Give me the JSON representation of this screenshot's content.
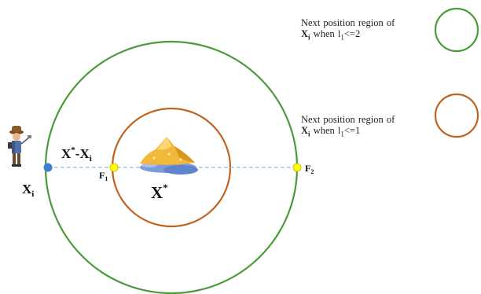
{
  "colors": {
    "outer_circle": "#4a9a3a",
    "inner_circle": "#c0621c",
    "dashed_line": "#9ec9e4",
    "xi_point": "#3a7fd0",
    "focus_point": "#ffff00",
    "focus_stroke": "#c8b400",
    "gold": "#f3b73a",
    "water": "#7b9cdc"
  },
  "icons": {
    "explorer": "explorer-figure-icon",
    "treasure": "gold-pile-icon"
  },
  "labels": {
    "x_i_base": "X",
    "x_i_sub": "i",
    "x_star_base": "X",
    "x_star_sup": "*",
    "distance": {
      "a_base": "X",
      "a_sup": "*",
      "minus": "-",
      "b_base": "X",
      "b_sub": "i"
    },
    "f1_base": "F",
    "f1_sub": "1",
    "f2_base": "F",
    "f2_sub": "2"
  },
  "legend": [
    {
      "line1": "Next position region of",
      "var_base": "X",
      "var_sub": "i",
      "when": " when l",
      "l_sub": "1",
      "cond": "<=2",
      "circle_color": "#4a9a3a"
    },
    {
      "line1": "Next position region of",
      "var_base": "X",
      "var_sub": "i",
      "when": " when l",
      "l_sub": "1",
      "cond": "<=1",
      "circle_color": "#c0621c"
    }
  ]
}
